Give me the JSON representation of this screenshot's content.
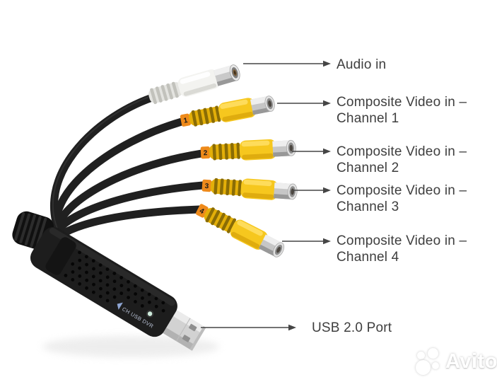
{
  "photo": {
    "background": "#ffffff",
    "device": {
      "type_label": "CH USB DVR",
      "channel_bands": [
        "1",
        "2",
        "3",
        "4"
      ],
      "colors": {
        "body": "#1d1d1d",
        "cable": "#202020",
        "video_connector": "#f6c71e",
        "audio_connector": "#f3f3f0",
        "band": "#ee8a1b",
        "chrome": "#c9c9c9",
        "usb_plug": "#d2d2d2"
      }
    }
  },
  "annotations": {
    "audio": {
      "line1": "Audio in"
    },
    "ch1": {
      "line1": "Composite Video in –",
      "line2": "Channel 1"
    },
    "ch2": {
      "line1": "Composite Video in –",
      "line2": "Channel 2"
    },
    "ch3": {
      "line1": "Composite Video in –",
      "line2": "Channel 3"
    },
    "ch4": {
      "line1": "Composite Video in –",
      "line2": "Channel 4"
    },
    "usb": {
      "line1": "USB 2.0 Port"
    },
    "arrow_color": "#454545",
    "text_color": "#3e3e3e"
  },
  "watermark": {
    "text": "Avito"
  }
}
